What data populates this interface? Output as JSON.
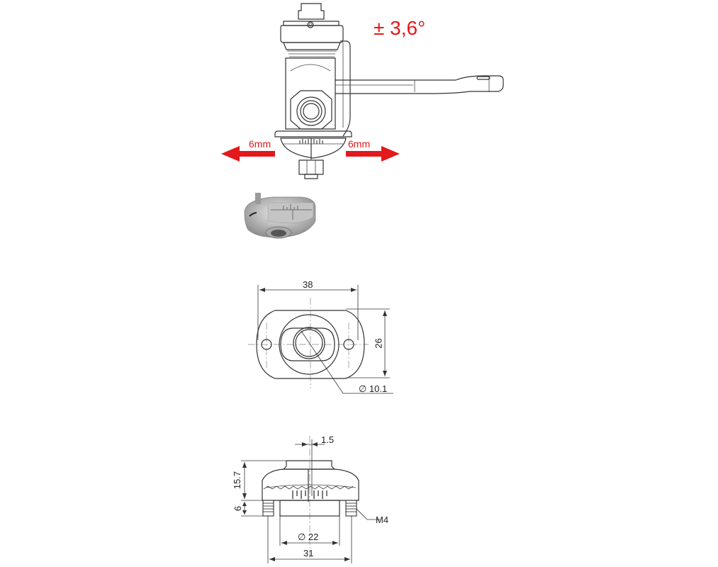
{
  "diagram": {
    "subject": "adjustable mounting base technical drawing",
    "colors": {
      "accent": "#e3191c",
      "line": "#333333",
      "background": "#ffffff"
    },
    "top_view": {
      "angle_label": "± 3,6°",
      "left_arrow_label": "6mm",
      "right_arrow_label": "6mm"
    },
    "plan_view": {
      "width_label": "38",
      "height_label": "26",
      "bore_label": "∅ 10.1"
    },
    "section_view": {
      "offset_label": "1.5",
      "height_label": "15.7",
      "stud_height_label": "6",
      "thread_label": "M4",
      "inner_diameter_label": "∅ 22",
      "stud_spacing_label": "31"
    }
  }
}
